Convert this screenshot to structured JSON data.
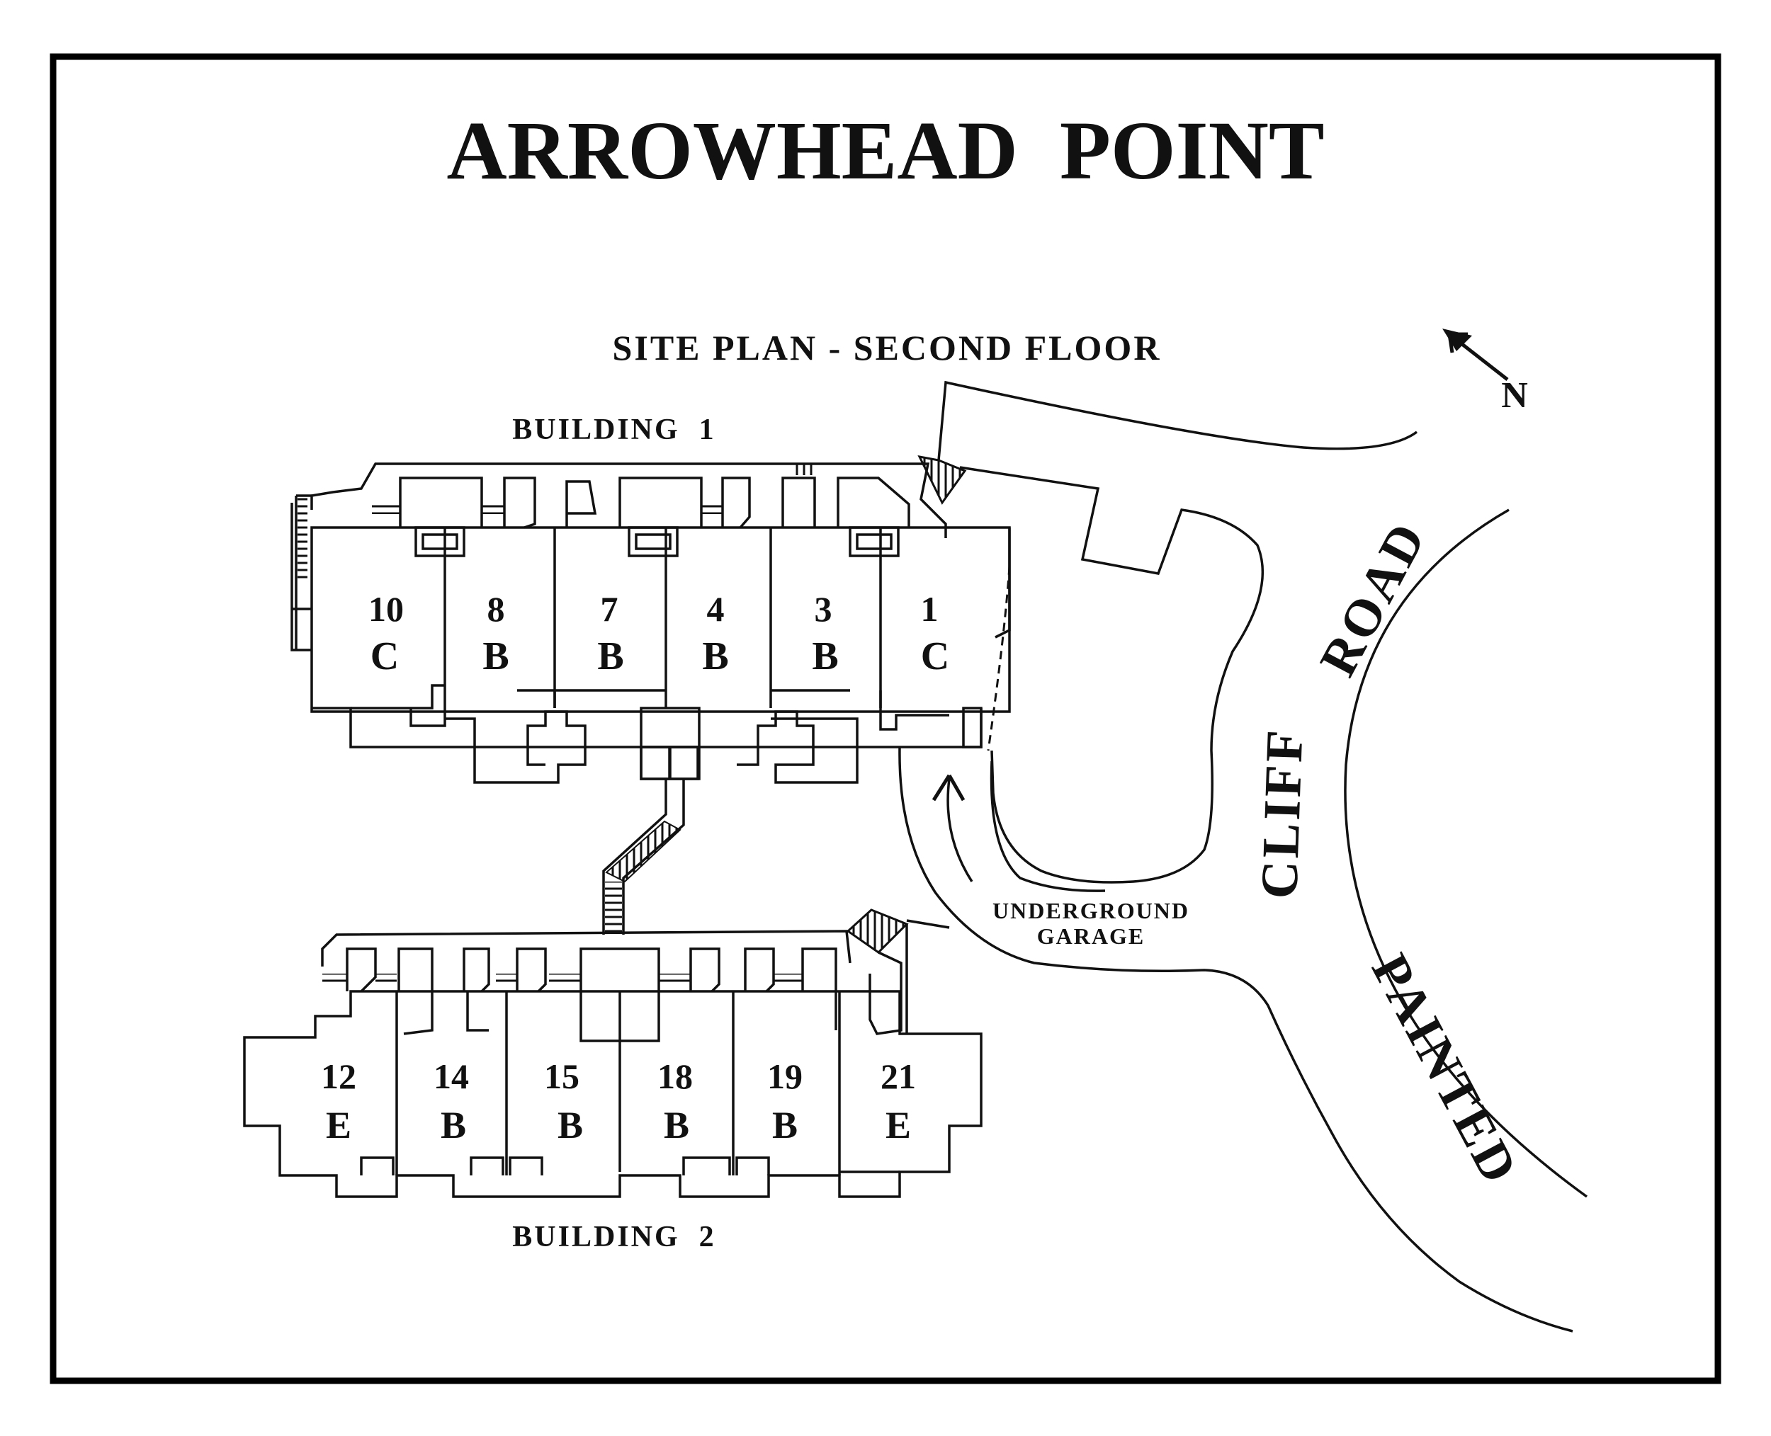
{
  "title": "ARROWHEAD  POINT",
  "subtitle": "SITE PLAN - SECOND FLOOR",
  "compass_label": "N",
  "building1": {
    "label": "BUILDING  1",
    "units": [
      {
        "number": "10",
        "type": "C"
      },
      {
        "number": "8",
        "type": "B"
      },
      {
        "number": "7",
        "type": "B"
      },
      {
        "number": "4",
        "type": "B"
      },
      {
        "number": "3",
        "type": "B"
      },
      {
        "number": "1",
        "type": "C"
      }
    ]
  },
  "building2": {
    "label": "BUILDING  2",
    "units": [
      {
        "number": "12",
        "type": "E"
      },
      {
        "number": "14",
        "type": "B"
      },
      {
        "number": "15",
        "type": "B"
      },
      {
        "number": "18",
        "type": "B"
      },
      {
        "number": "19",
        "type": "B"
      },
      {
        "number": "21",
        "type": "E"
      }
    ]
  },
  "garage": {
    "line1": "UNDERGROUND",
    "line2": "GARAGE"
  },
  "road": {
    "word1": "PAINTED",
    "word2": "CLIFF",
    "word3": "ROAD"
  }
}
